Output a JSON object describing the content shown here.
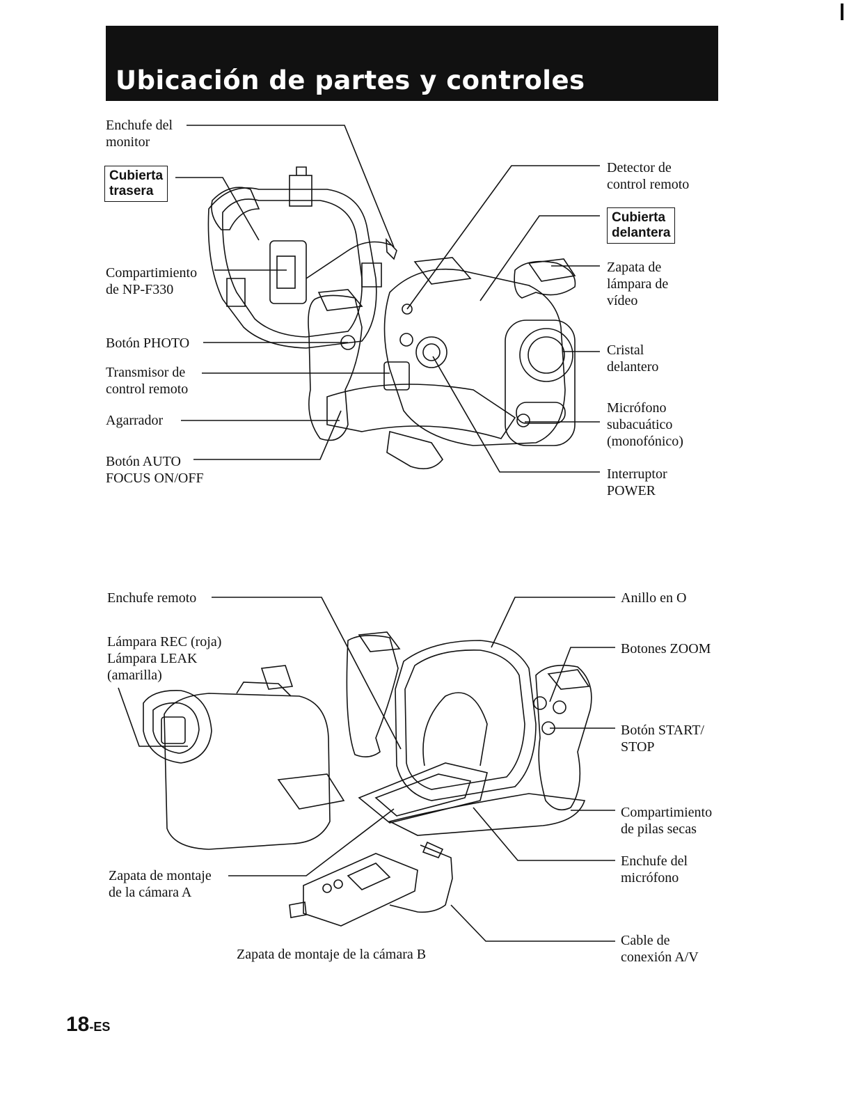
{
  "page": {
    "title": "Ubicación de partes y controles",
    "page_number": "18",
    "page_suffix": "-ES"
  },
  "top_section": {
    "labels": {
      "monitor_jack": "Enchufe del\nmonitor",
      "rear_cover": "Cubierta\ntrasera",
      "battery_compartment": "Compartimiento\nde NP-F330",
      "photo_button": "Botón PHOTO",
      "remote_transmitter": "Transmisor de\ncontrol remoto",
      "grip": "Agarrador",
      "auto_focus_button": "Botón AUTO\nFOCUS ON/OFF",
      "remote_sensor": "Detector de\ncontrol remoto",
      "front_cover": "Cubierta\ndelantera",
      "video_light_shoe": "Zapata de\nlámpara de\nvídeo",
      "front_glass": "Cristal\ndelantero",
      "underwater_mic": "Micrófono\nsubacuático\n(monofónico)",
      "power_switch": "Interruptor\nPOWER"
    }
  },
  "bottom_section": {
    "labels": {
      "remote_jack": "Enchufe remoto",
      "rec_leak_lamps": "Lámpara REC (roja)\nLámpara LEAK\n(amarilla)",
      "camera_mount_a": "Zapata de montaje\nde la cámara A",
      "camera_mount_b": "Zapata de montaje de la cámara B",
      "o_ring": "Anillo en O",
      "zoom_buttons": "Botones ZOOM",
      "start_stop_button": "Botón START/\nSTOP",
      "dry_cell_compartment": "Compartimiento\nde pilas secas",
      "mic_jack": "Enchufe del\nmicrófono",
      "av_cable": "Cable de\nconexión A/V"
    }
  }
}
